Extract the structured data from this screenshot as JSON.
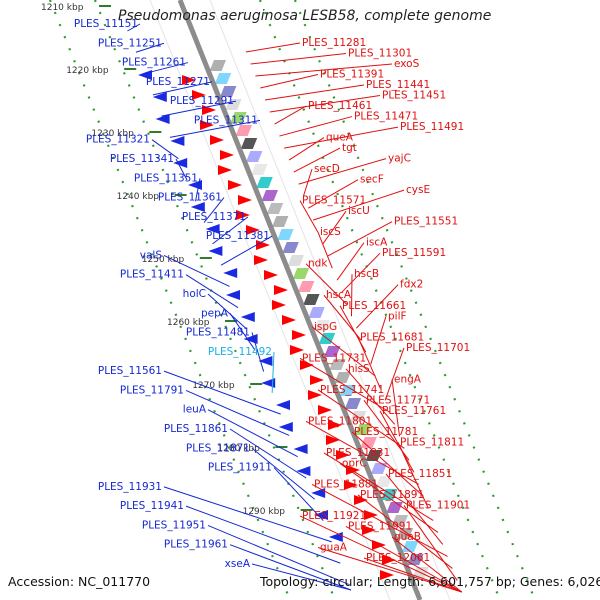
{
  "title": "Pseudomonas aeruginosa LESB58, complete genome",
  "footer": {
    "accession": "Accession: NC_011770",
    "topology": "Topology: circular; Length: 6,601,757 bp; Genes: 6,026"
  },
  "colors": {
    "backbone": "#8c8c8c",
    "dotted_track": "#2e9b2e",
    "tick": "#2e7d2e",
    "reverse_label": "#1428d2",
    "forward_label": "#e01010",
    "highlight_label": "#18b0e8",
    "forward_gene": "#ff0000",
    "reverse_gene": "#1a2ae0"
  },
  "kbp_ticks": [
    "1210 kbp",
    "1220 kbp",
    "1230 kbp",
    "1240 kbp",
    "1250 kbp",
    "1260 kbp",
    "1270 kbp",
    "1280 kbp",
    "1290 kbp"
  ],
  "reverse_labels": [
    "PLES_11151",
    "PLES_11251",
    "PLES_11261",
    "PLES_11271",
    "PLES_11291",
    "PLES_11311",
    "PLES_11321",
    "PLES_11341",
    "PLES_11351",
    "PLES_11361",
    "PLES_11371",
    "PLES_11381",
    "valS",
    "PLES_11411",
    "holC",
    "pepA",
    "PLES_11481",
    "PLES_11492",
    "PLES_11561",
    "PLES_11791",
    "leuA",
    "PLES_11861",
    "PLES_11871",
    "PLES_11911",
    "PLES_11931",
    "PLES_11941",
    "PLES_11951",
    "PLES_11961",
    "xseA"
  ],
  "forward_labels": [
    "PLES_11281",
    "PLES_11301",
    "exoS",
    "PLES_11391",
    "PLES_11441",
    "PLES_11451",
    "PLES_11461",
    "PLES_11471",
    "PLES_11491",
    "queA",
    "tgt",
    "yajC",
    "secD",
    "secF",
    "cysE",
    "PLES_11571",
    "iscU",
    "PLES_11551",
    "iscS",
    "iscA",
    "PLES_11591",
    "ndk",
    "hscB",
    "fdx2",
    "hscA",
    "PLES_11661",
    "pilF",
    "ispG",
    "PLES_11681",
    "PLES_11701",
    "PLES_11731",
    "hisS",
    "engA",
    "PLES_11741",
    "PLES_11771",
    "PLES_11761",
    "PLES_11801",
    "PLES_11781",
    "PLES_11811",
    "PLES_11831",
    "oprC",
    "PLES_11851",
    "PLES_11881",
    "PLES_11891",
    "PLES_11901",
    "PLES_11921",
    "PLES_11991",
    "guaB",
    "guaA",
    "PLES_12061"
  ]
}
